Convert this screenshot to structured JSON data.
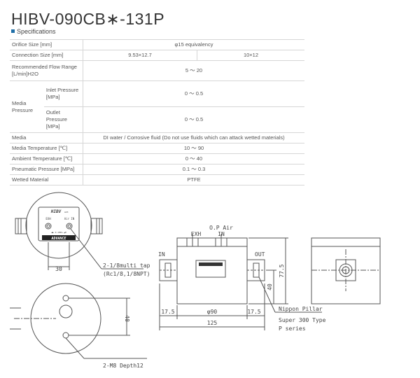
{
  "title": "HIBV-090CB∗-131P",
  "subtitle": "Specifications",
  "accent_color": "#1f6fa8",
  "specs": {
    "orifice": {
      "label": "Orifice Size [mm]",
      "value": "φ15 equivalency"
    },
    "connection": {
      "label": "Connection Size [mm]",
      "value_a": "9.53×12.7",
      "value_b": "10×12"
    },
    "flow": {
      "label": "Recommended Flow Range [L/min]H2O",
      "value": "5 ～ 20"
    },
    "pressure_group": "Media Pressure",
    "inlet": {
      "label": "Inlet Pressure [MPa]",
      "value": "0 ～ 0.5"
    },
    "outlet": {
      "label": "Outlet Pressure [MPa]",
      "value": "0 ～ 0.5"
    },
    "media": {
      "label": "Media",
      "value": "DI water / Corrosive fluid (Do not use fluids which can attack wetted materials)"
    },
    "media_temp": {
      "label": "Media Temperature [℃]",
      "value": "10 ～ 90"
    },
    "ambient_temp": {
      "label": "Ambient Temperature [℃]",
      "value": "0 ～ 40"
    },
    "pneumatic": {
      "label": "Pneumatic Pressure [MPa]",
      "value": "0.1 ～ 0.3"
    },
    "wetted": {
      "label": "Wetted Material",
      "value": "PTFE"
    }
  },
  "drawing": {
    "top_brand": "HIBV",
    "top_brand_small": "AVX",
    "port_a": "EXH",
    "port_b": "Air IN",
    "plate_small": "◀▶ 0.1MPa ▲▼",
    "logo": "ADVANCE",
    "dim_30": "30",
    "tap_note_1": "2-1/8multi tap",
    "tap_note_2": "(Rc1/8,1/8NPT)",
    "dim_40_bottom": "40",
    "bolt_note": "2-M8 Depth12",
    "label_exh": "EXH",
    "label_op_1": "O.P Air",
    "label_op_2": "IN",
    "label_in": "IN",
    "label_out": "OUT",
    "dim_77_5": "77.5",
    "dim_40_side": "40",
    "dim_17_5_left": "17.5",
    "dim_phi90": "φ90",
    "dim_17_5_right": "17.5",
    "dim_125": "125",
    "pillar_1": "Nippon Pillar",
    "pillar_2": "Super 300 Type",
    "pillar_3": "P series"
  }
}
